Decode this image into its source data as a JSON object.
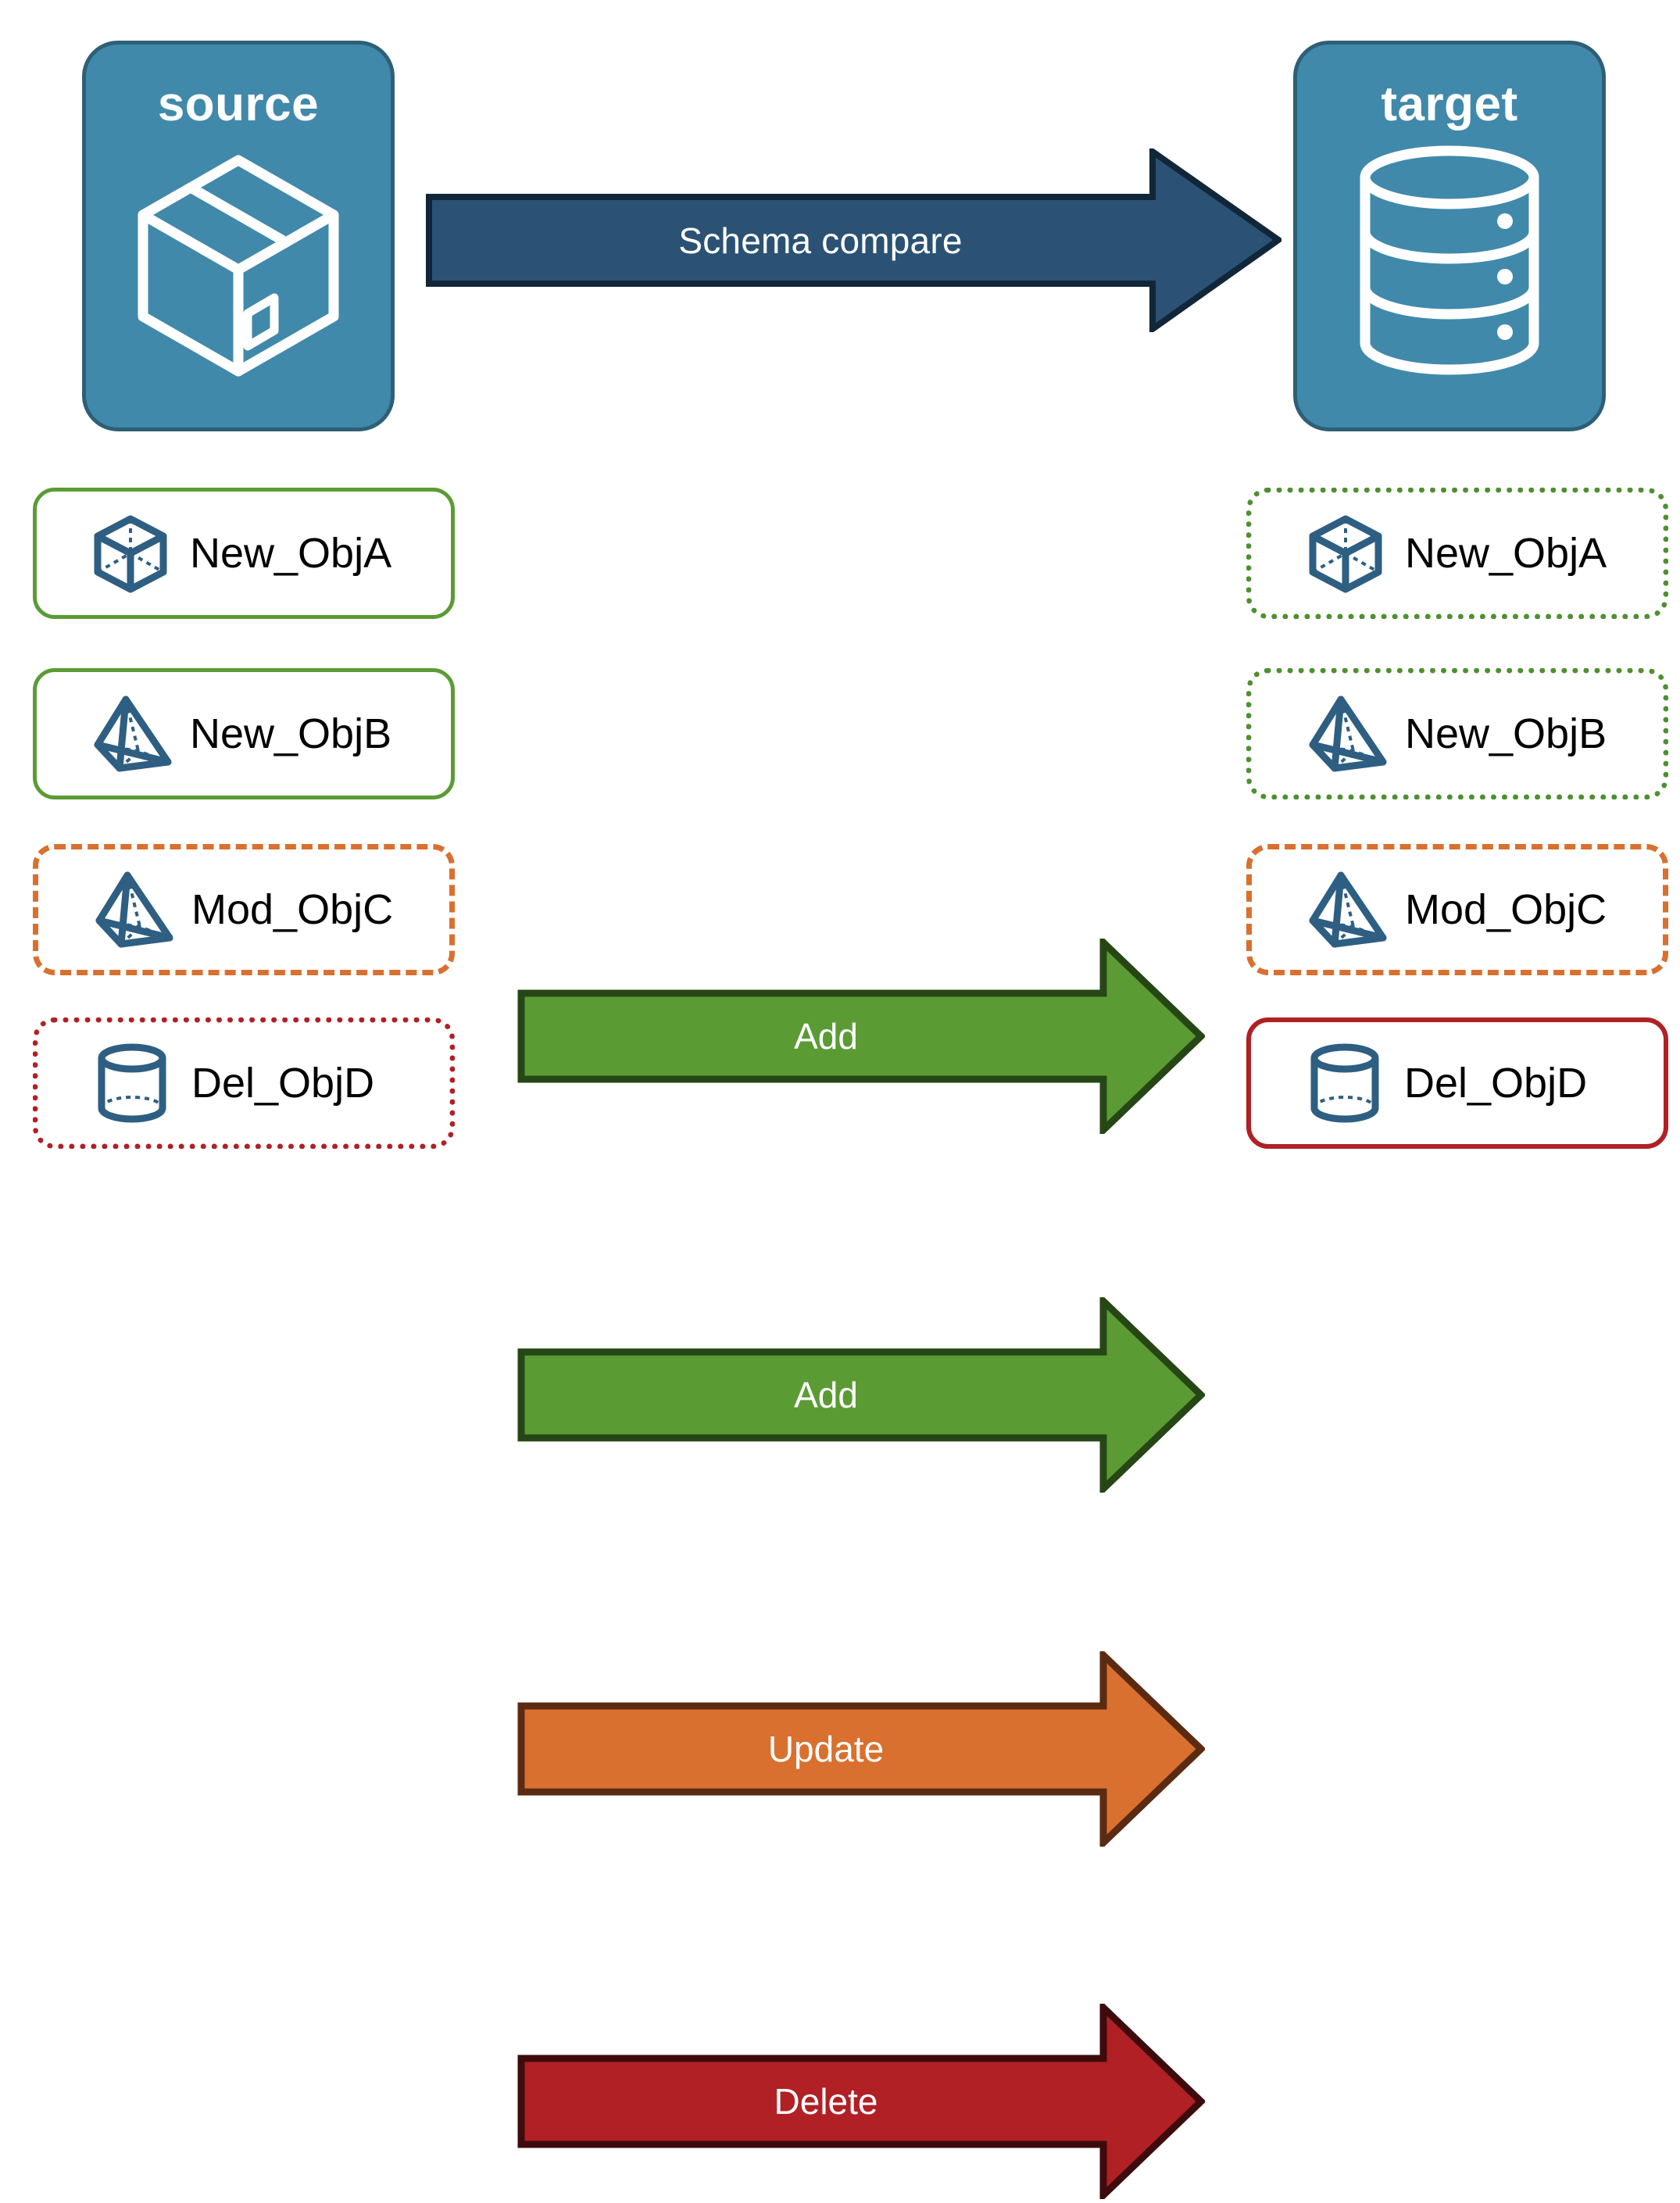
{
  "endpoints": {
    "source": {
      "title": "source",
      "icon": "package-box-icon"
    },
    "target": {
      "title": "target",
      "icon": "database-cylinder-icon"
    }
  },
  "compare": {
    "label": "Schema compare",
    "fill": "#2B5274",
    "stroke": "#12263A",
    "text_color": "#FFFFFF"
  },
  "colors": {
    "card_fill": "#4189AB",
    "card_border": "#2E5F77",
    "icon_blue": "#2E5F82",
    "green": "#5B9B34",
    "green_dark": "#264715",
    "orange": "#D9702F",
    "orange_dark": "#5A2B12",
    "red": "#B02025",
    "red_dark": "#3E0B0D",
    "label_text": "#000000"
  },
  "rows": [
    {
      "source": {
        "label": "New_ObjA",
        "icon": "cube-wireframe-icon",
        "border_style": "solid-green"
      },
      "action": {
        "label": "Add",
        "fill": "#5B9B34",
        "stroke": "#264715"
      },
      "target": {
        "label": "New_ObjA",
        "icon": "cube-wireframe-icon",
        "border_style": "dotted-green"
      }
    },
    {
      "source": {
        "label": "New_ObjB",
        "icon": "pyramid-wireframe-icon",
        "border_style": "solid-green"
      },
      "action": {
        "label": "Add",
        "fill": "#5B9B34",
        "stroke": "#264715"
      },
      "target": {
        "label": "New_ObjB",
        "icon": "pyramid-wireframe-icon",
        "border_style": "dotted-green"
      }
    },
    {
      "source": {
        "label": "Mod_ObjC",
        "icon": "pyramid-wireframe-icon",
        "border_style": "dashed-orange"
      },
      "action": {
        "label": "Update",
        "fill": "#D9702F",
        "stroke": "#5A2B12"
      },
      "target": {
        "label": "Mod_ObjC",
        "icon": "pyramid-wireframe-icon",
        "border_style": "dashed-orange"
      }
    },
    {
      "source": {
        "label": "Del_ObjD",
        "icon": "cylinder-wireframe-icon",
        "border_style": "dotted-red"
      },
      "action": {
        "label": "Delete",
        "fill": "#B02025",
        "stroke": "#3E0B0D"
      },
      "target": {
        "label": "Del_ObjD",
        "icon": "cylinder-wireframe-icon",
        "border_style": "solid-red"
      }
    }
  ]
}
